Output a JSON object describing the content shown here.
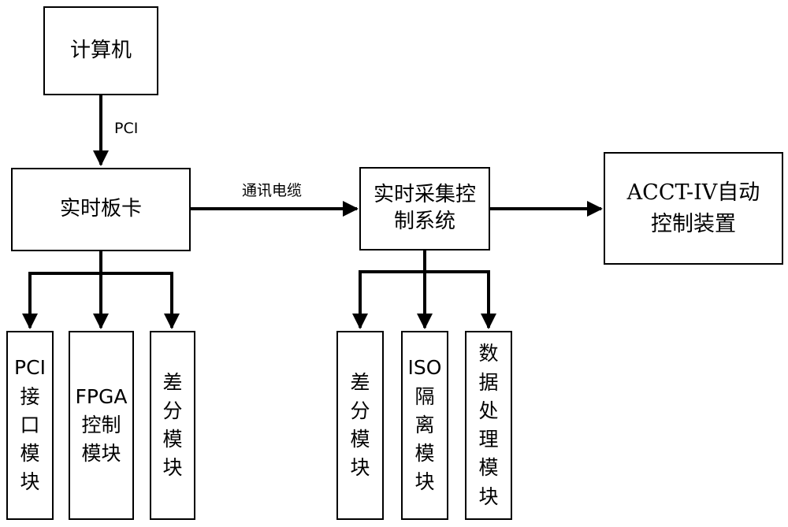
{
  "nodes": {
    "computer": "计算机",
    "realtime_board": "实时板卡",
    "pci_module": [
      "PCI",
      "接",
      "口",
      "模",
      "块"
    ],
    "fpga_module": [
      "FPGA",
      "控制",
      "模块"
    ],
    "diff_module_left": [
      "差",
      "分",
      "模",
      "块"
    ],
    "acquisition_system": [
      "实时采集控",
      "制系统"
    ],
    "acct_device": [
      "ACCT-IV自动",
      "控制装置"
    ],
    "diff_module_right": [
      "差",
      "分",
      "模",
      "块"
    ],
    "iso_module": [
      "ISO",
      "隔",
      "离",
      "模",
      "块"
    ],
    "data_module": [
      "数",
      "据",
      "处",
      "理",
      "模",
      "块"
    ]
  },
  "edges": {
    "pci": "PCI",
    "cable": "通讯电缆"
  },
  "colors": {
    "line": "#000000",
    "box_border": "#000000",
    "background": "#ffffff"
  }
}
